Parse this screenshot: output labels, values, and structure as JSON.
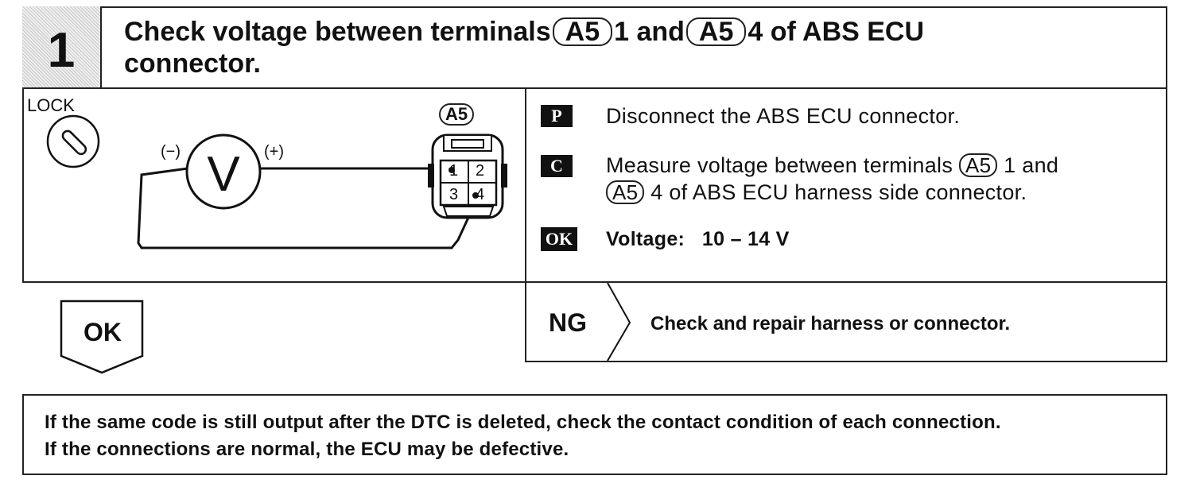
{
  "step": {
    "number": "1",
    "title_part1": "Check voltage between terminals",
    "title_tag1": "A5",
    "title_part2": "1 and",
    "title_tag2": "A5",
    "title_part3": "4 of ABS ECU",
    "title_line2": "connector."
  },
  "diagram": {
    "lock_label": "LOCK",
    "connector_label": "A5",
    "meter_symbol": "V",
    "neg_label": "(−)",
    "pos_label": "(+)",
    "pins": [
      "1",
      "2",
      "3",
      "4"
    ]
  },
  "instructions": {
    "p_badge": "P",
    "p_text": "Disconnect the ABS ECU connector.",
    "c_badge": "C",
    "c_text_a": "Measure voltage between terminals",
    "c_tag1": "A5",
    "c_text_b": "1 and",
    "c_tag2": "A5",
    "c_text_c": "4 of ABS ECU harness side connector.",
    "ok_badge": "OK",
    "ok_label": "Voltage:",
    "ok_value": "10 – 14 V"
  },
  "results": {
    "ok_label": "OK",
    "ng_label": "NG",
    "ng_action": "Check and repair harness or connector."
  },
  "note": {
    "line1": "If the same code is still output after the DTC is deleted, check the contact condition of each connection.",
    "line2": "If the connections are normal, the ECU may be defective."
  }
}
